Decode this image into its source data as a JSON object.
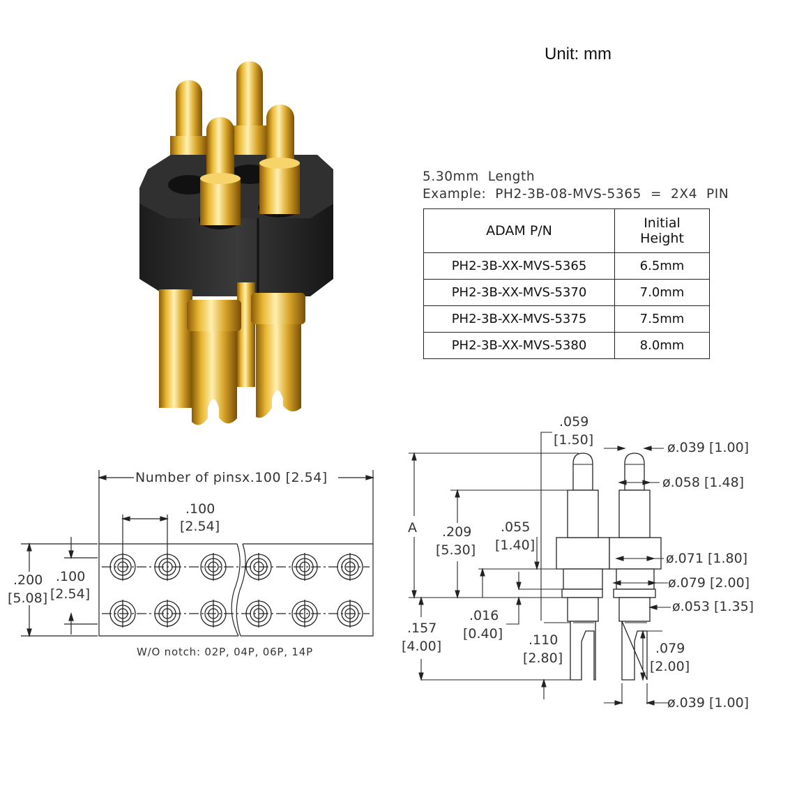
{
  "unit_label": "Unit: mm",
  "spec": {
    "length_line": "5.30mm  Length",
    "example_line": "Example:  PH2-3B-08-MVS-5365  =  2X4  PIN"
  },
  "table": {
    "col_pn": "ADAM  P/N",
    "col_height_line1": "Initial",
    "col_height_line2": "Height",
    "rows": [
      {
        "pn": "PH2-3B-XX-MVS-5365",
        "height": "6.5mm"
      },
      {
        "pn": "PH2-3B-XX-MVS-5370",
        "height": "7.0mm"
      },
      {
        "pn": "PH2-3B-XX-MVS-5375",
        "height": "7.5mm"
      },
      {
        "pn": "PH2-3B-XX-MVS-5380",
        "height": "8.0mm"
      }
    ]
  },
  "footprint": {
    "width_label": "Number  of  pinsx.100  [2.54]",
    "pitch_in": ".100",
    "pitch_mm": "[2.54]",
    "row_pitch_in": ".100",
    "row_pitch_mm": "[2.54]",
    "height_in": ".200",
    "height_mm": "[5.08]",
    "notch_note": "W/O  notch:  02P,  04P,  06P,  14P"
  },
  "profile": {
    "dim_a": "A",
    "tip_width_in": ".059",
    "tip_width_mm": "[1.50]",
    "plunger_dia": "ø.039  [1.00]",
    "barrel_dia": "ø.058  [1.48]",
    "length_in": ".209",
    "length_mm": "[5.30]",
    "insulator_in": ".055",
    "insulator_mm": "[1.40]",
    "collar_dia_small": "ø.071  [1.80]",
    "collar_dia_large": "ø.079  [2.00]",
    "tail_dia": "ø.053  [1.35]",
    "collar_thk_in": ".016",
    "collar_thk_mm": "[0.40]",
    "tail_len_in": ".157",
    "tail_len_mm": "[4.00]",
    "slot_in": ".110",
    "slot_mm": "[2.80]",
    "tail_tip_in": ".079",
    "tail_tip_mm": "[2.00]",
    "tail_end_dia": "ø.039  [1.00]"
  },
  "colors": {
    "gold": "#d9a92b",
    "gold_dark": "#9a6c10",
    "gold_light": "#fbe9a6",
    "housing": "#2a2a2a",
    "line": "#222222"
  }
}
